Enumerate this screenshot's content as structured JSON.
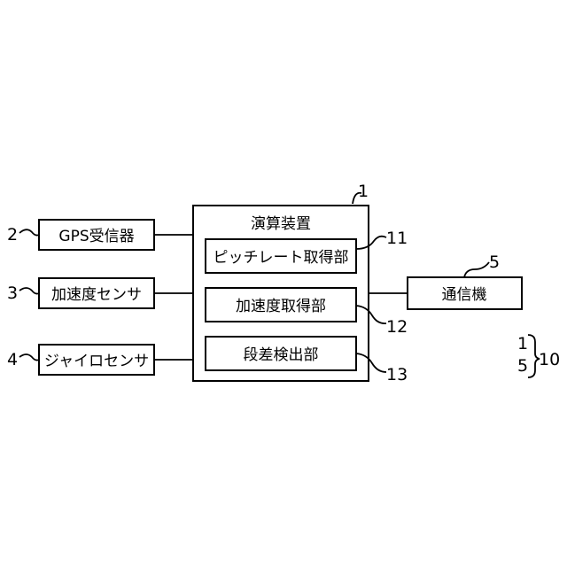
{
  "diagram": {
    "main_unit": {
      "ref": "1",
      "title": "演算装置"
    },
    "inner_blocks": [
      {
        "ref": "11",
        "label": "ピッチレート取得部"
      },
      {
        "ref": "12",
        "label": "加速度取得部"
      },
      {
        "ref": "13",
        "label": "段差検出部"
      }
    ],
    "sensors": [
      {
        "ref": "2",
        "label": "GPS受信器"
      },
      {
        "ref": "3",
        "label": "加速度センサ"
      },
      {
        "ref": "4",
        "label": "ジャイロセンサ"
      }
    ],
    "communicator": {
      "ref": "5",
      "label": "通信機"
    },
    "system": {
      "ref": "10",
      "members": [
        "1",
        "5"
      ]
    }
  }
}
